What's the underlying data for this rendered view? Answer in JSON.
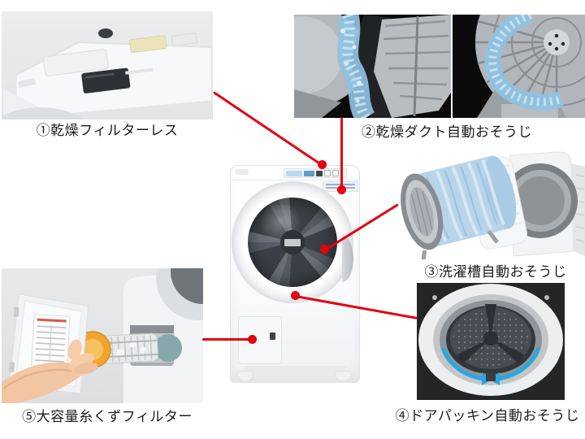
{
  "diagram": {
    "subject": "drum-washer-dryer-feature-diagram",
    "features": [
      {
        "id": "1",
        "label": "①乾燥フィルターレス"
      },
      {
        "id": "2",
        "label": "②乾燥ダクト自動おそうじ"
      },
      {
        "id": "3",
        "label": "③洗濯槽自動おそうじ"
      },
      {
        "id": "4",
        "label": "④ドアパッキン自動おそうじ"
      },
      {
        "id": "5",
        "label": "⑤大容量糸くずフィルター"
      }
    ],
    "colors": {
      "background": "#ffffff",
      "connector_red": "#e50012",
      "label_text": "#1c1c1c",
      "water_blue": "#8fc2e2",
      "arrow_blue": "#2aa7e0",
      "filter_cap_orange": "#f1a52f"
    }
  }
}
